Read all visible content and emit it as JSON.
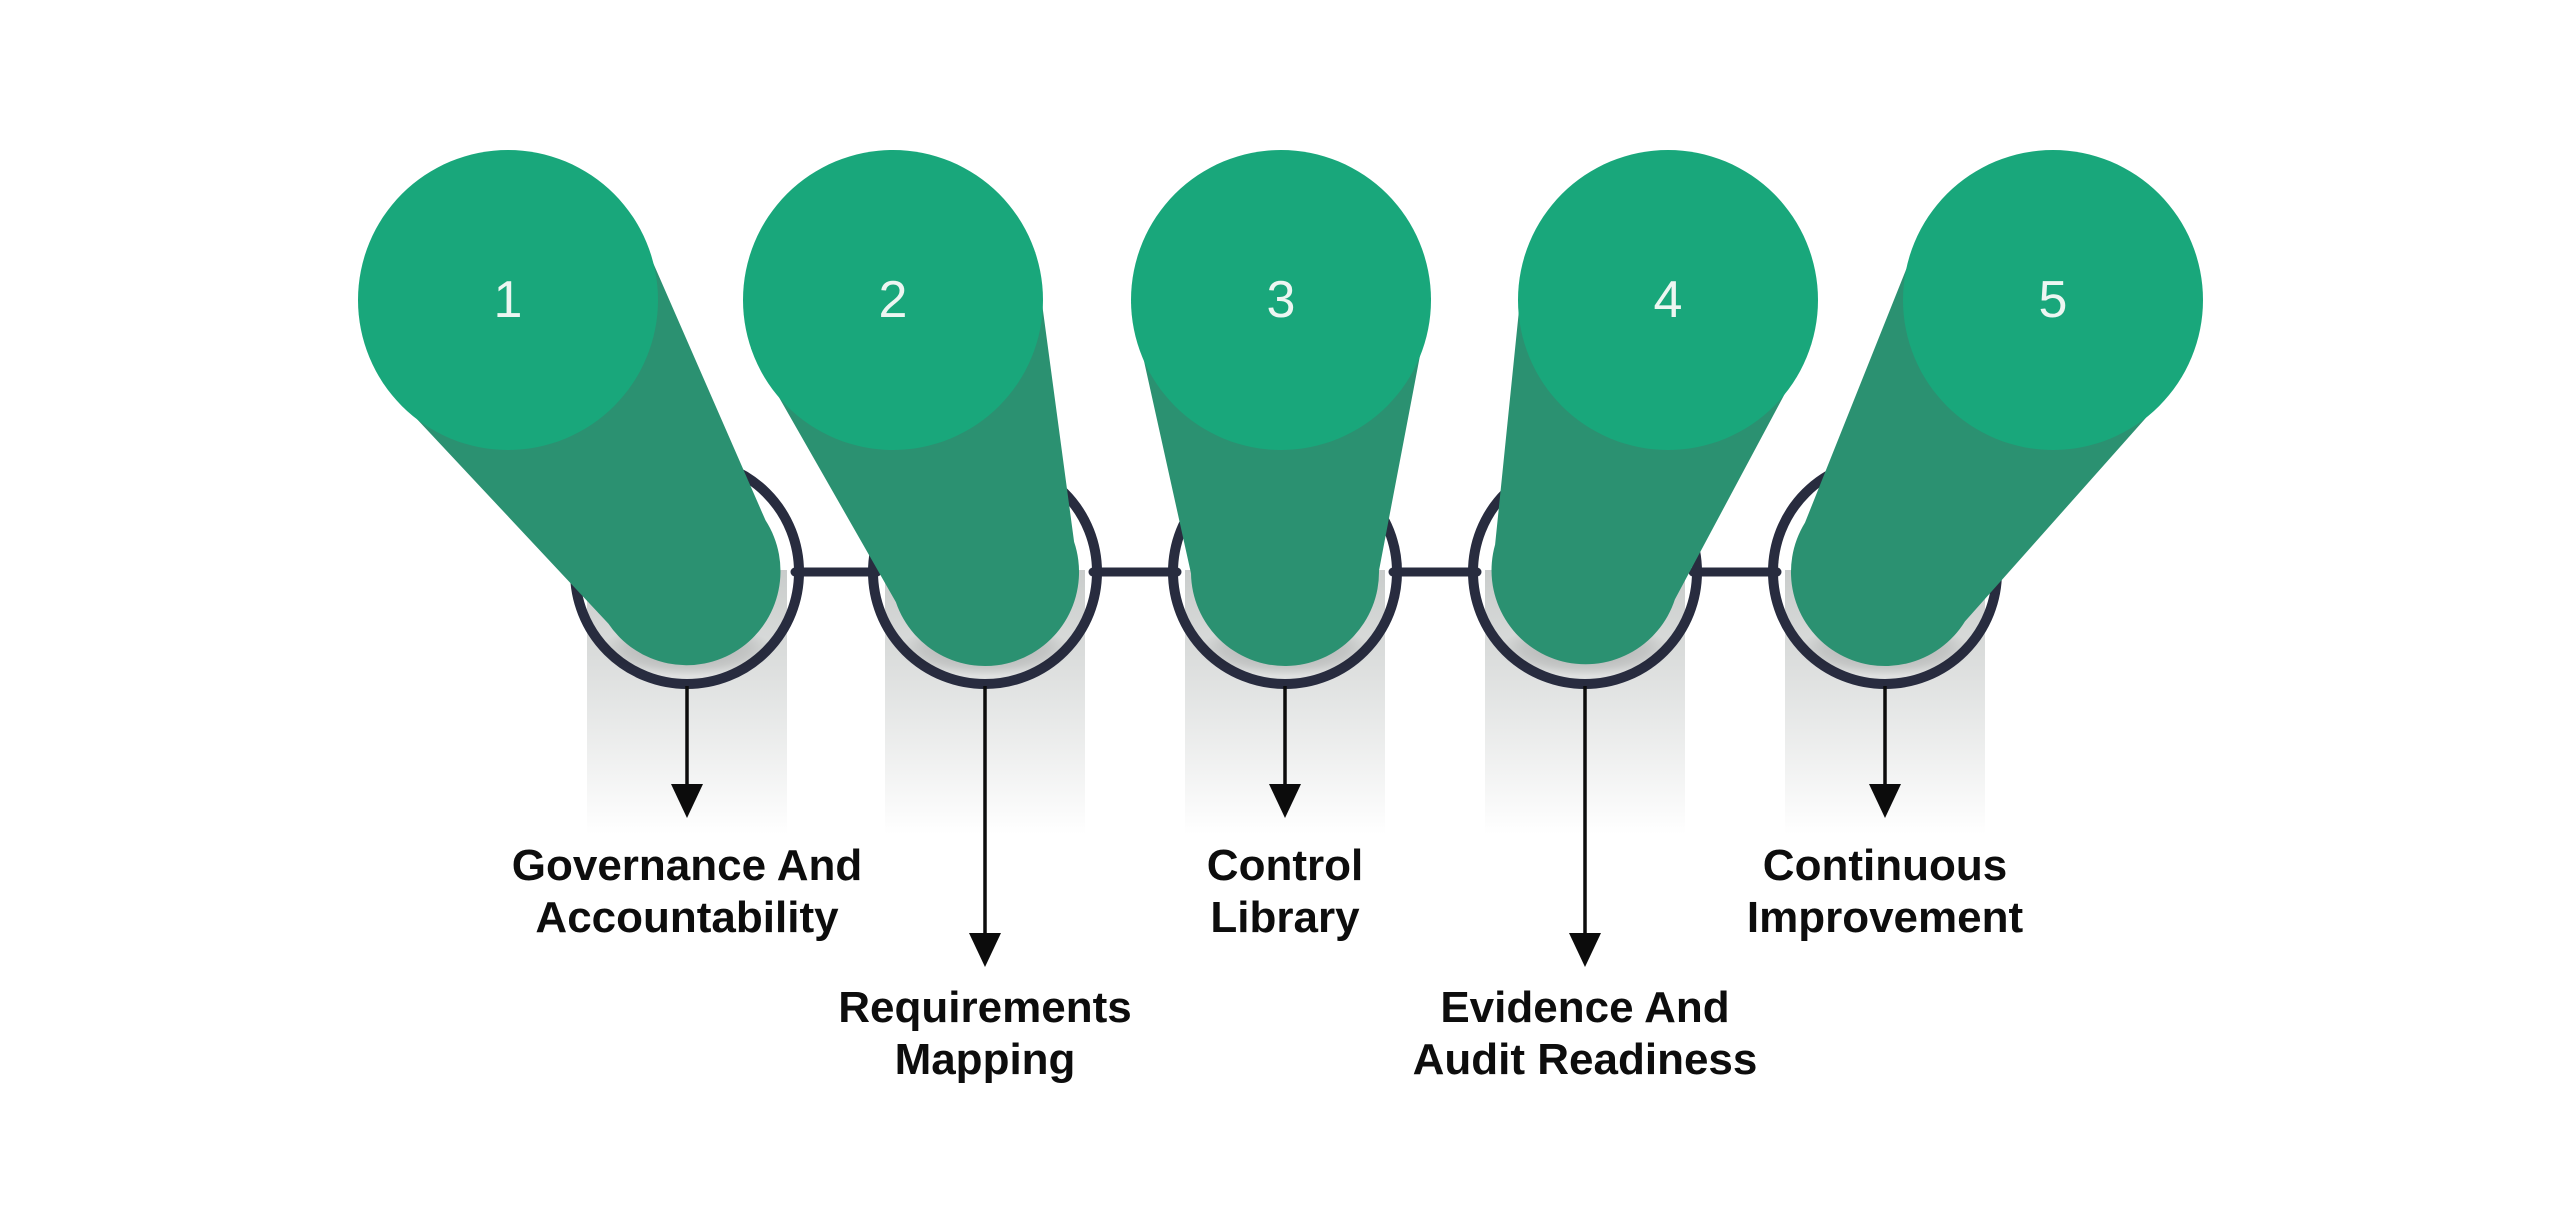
{
  "colors": {
    "background": "#FFFFFF",
    "disc_green": "#19A77B",
    "body_green": "#2B9171",
    "ring_navy": "#282C3F",
    "arrow_black": "#0C0C0C",
    "label_black": "#0D0D0D",
    "number_white": "#EDF6F2",
    "band_gray": "#C9CCCB"
  },
  "steps": [
    {
      "number": "1",
      "label": [
        "Governance And",
        "Accountability"
      ]
    },
    {
      "number": "2",
      "label": [
        "Requirements",
        "Mapping"
      ]
    },
    {
      "number": "3",
      "label": [
        "Control",
        "Library"
      ]
    },
    {
      "number": "4",
      "label": [
        "Evidence And",
        "Audit Readiness"
      ]
    },
    {
      "number": "5",
      "label": [
        "Continuous",
        "Improvement"
      ]
    }
  ]
}
